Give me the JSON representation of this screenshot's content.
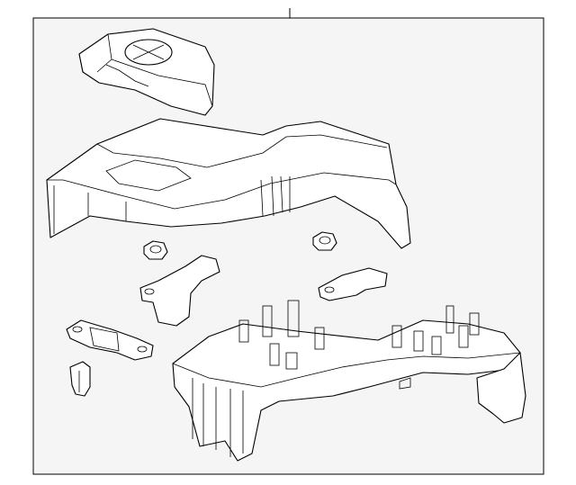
{
  "diagram": {
    "type": "exploded-parts-illustration",
    "colors": {
      "background": "#ffffff",
      "frame_fill": "#f5f5f5",
      "line": "#000000"
    },
    "parts": [
      "fuse-box-lid",
      "fuse-box-cover",
      "nut-left",
      "nut-right",
      "bracket-left",
      "bracket-right",
      "fuse-link",
      "fuse",
      "fuse-block-base"
    ]
  }
}
